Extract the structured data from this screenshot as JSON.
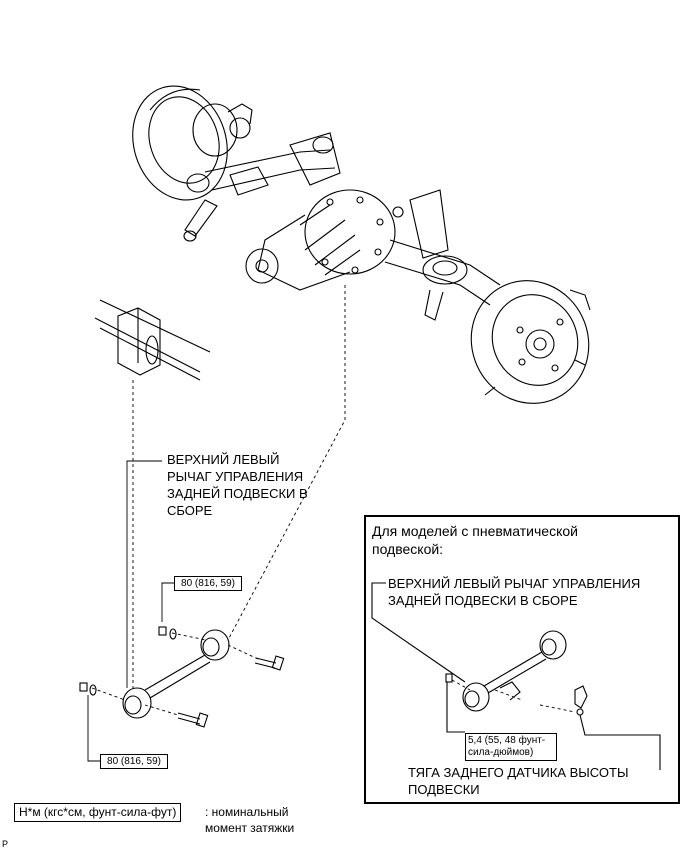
{
  "diagram": {
    "upper_left_arm_label": "ВЕРХНИЙ ЛЕВЫЙ\nРЫЧАГ УПРАВЛЕНИЯ\nЗАДНЕЙ ПОДВЕСКИ В\nСБОРЕ",
    "torque_top": "80 (816, 59)",
    "torque_bottom": "80 (816, 59)",
    "legend_unit": "Н*м (кгс*см, фунт-сила-фут)",
    "legend_desc": ": номинальный\nмомент затяжки",
    "corner_mark": "P",
    "air_suspension": {
      "title": "Для моделей с пневматической\nподвеской:",
      "arm_label": "ВЕРХНИЙ ЛЕВЫЙ РЫЧАГ УПРАВЛЕНИЯ\nЗАДНЕЙ ПОДВЕСКИ В СБОРЕ",
      "torque": "5,4 (55, 48 фунт-\nсила-дюймов)",
      "sensor_label": "ТЯГА ЗАДНЕГО ДАТЧИКА ВЫСОТЫ\nПОДВЕСКИ"
    }
  }
}
